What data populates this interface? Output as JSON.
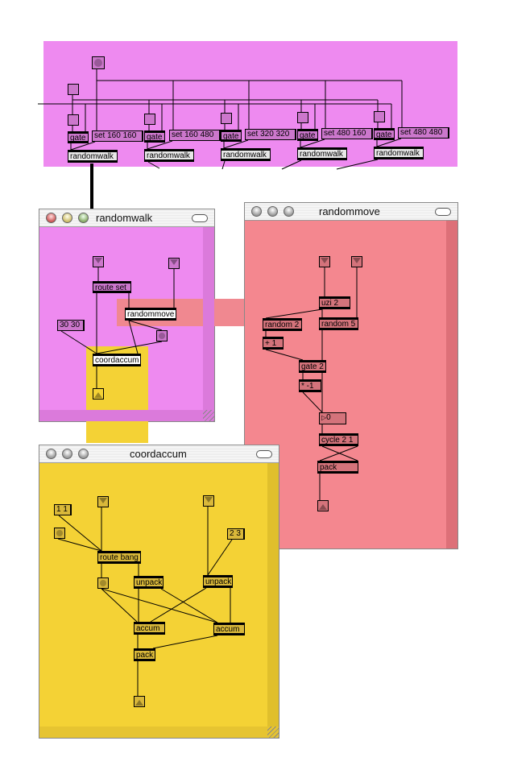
{
  "colors": {
    "top_patcher": "#EE8AF0",
    "randomwalk": "#EE8AF0",
    "randommove": "#F4878F",
    "coordaccum": "#F4D235"
  },
  "top_patcher": {
    "objects": {
      "gate1": "gate",
      "gate2": "gate",
      "gate3": "gate",
      "gate4": "gate",
      "gate5": "gate",
      "set1": "set 160 160",
      "set2": "set 160 480",
      "set3": "set 320 320",
      "set4": "set 480 160",
      "set5": "set 480 480",
      "rw1": "randomwalk",
      "rw2": "randomwalk",
      "rw3": "randomwalk",
      "rw4": "randomwalk",
      "rw5": "randomwalk"
    }
  },
  "windows": {
    "randomwalk": {
      "title": "randomwalk",
      "objects": {
        "route": "route set",
        "randommove": "randommove",
        "msg": "30 30",
        "coordaccum": "coordaccum"
      }
    },
    "randommove": {
      "title": "randommove",
      "objects": {
        "uzi": "uzi 2",
        "random2": "random 2",
        "random5": "random 5",
        "plus": "+ 1",
        "gate": "gate 2",
        "times": "* -1",
        "number": "0",
        "cycle": "cycle 2 1",
        "pack": "pack"
      }
    },
    "coordaccum": {
      "title": "coordaccum",
      "objects": {
        "msg1": "1 1",
        "msg2": "2 3",
        "route": "route bang",
        "unpack1": "unpack",
        "unpack2": "unpack",
        "accum1": "accum",
        "accum2": "accum",
        "pack": "pack"
      }
    }
  }
}
